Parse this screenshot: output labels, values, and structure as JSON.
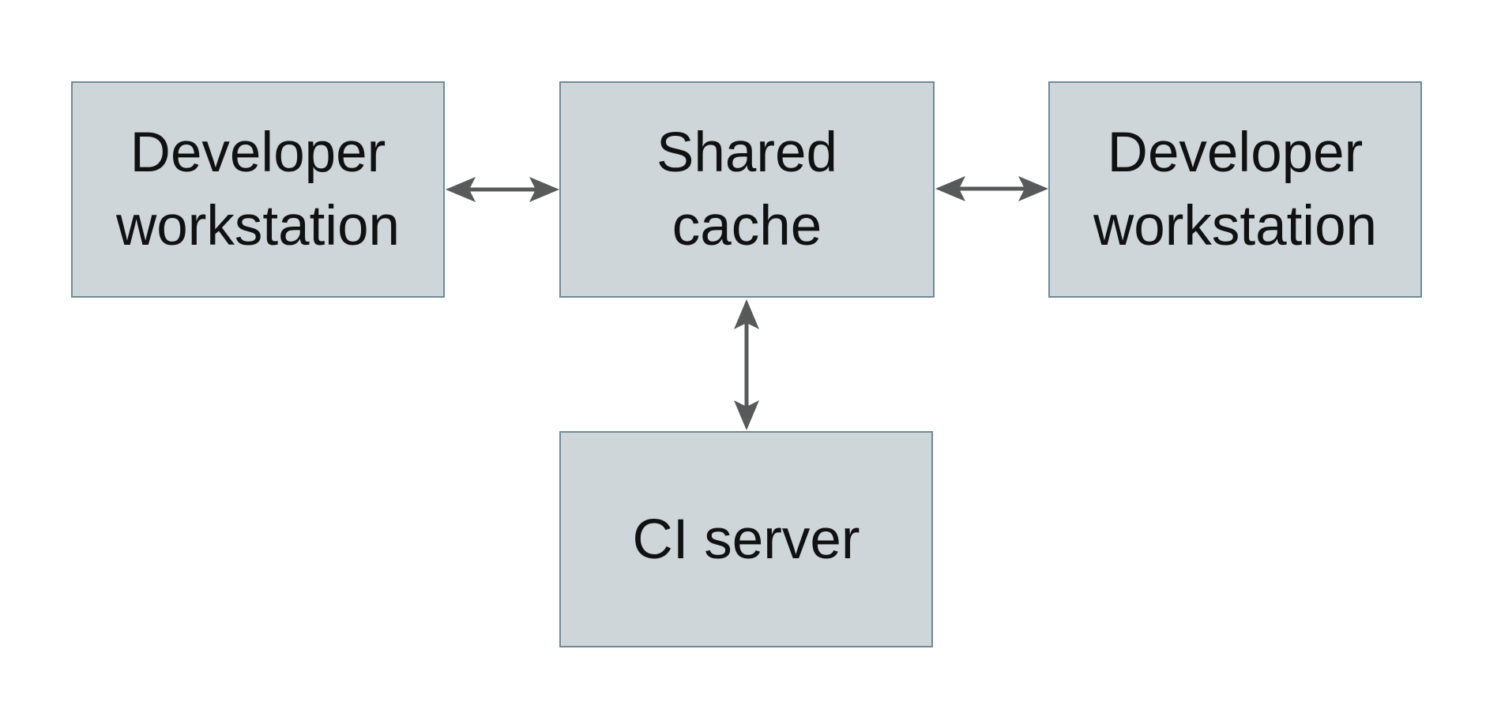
{
  "diagram": {
    "description": "Shared cache architecture diagram",
    "nodes": [
      {
        "id": "developer-workstation-left",
        "label": "Developer workstation",
        "line1": "Developer",
        "line2": "workstation"
      },
      {
        "id": "shared-cache",
        "label": "Shared cache",
        "line1": "Shared",
        "line2": "cache"
      },
      {
        "id": "developer-workstation-right",
        "label": "Developer workstation",
        "line1": "Developer",
        "line2": "workstation"
      },
      {
        "id": "ci-server",
        "label": "CI server",
        "line1": "CI server",
        "line2": ""
      }
    ],
    "edges": [
      {
        "from": "developer-workstation-left",
        "to": "shared-cache",
        "type": "bidirectional-arrow",
        "orientation": "horizontal"
      },
      {
        "from": "shared-cache",
        "to": "developer-workstation-right",
        "type": "bidirectional-arrow",
        "orientation": "horizontal"
      },
      {
        "from": "shared-cache",
        "to": "ci-server",
        "type": "bidirectional-arrow",
        "orientation": "vertical"
      }
    ],
    "colors": {
      "canvas_background": "#ffffff",
      "node_fill": "#ced6d9",
      "node_border": "#6d8a99",
      "arrow": "#58595b",
      "text": "#111111"
    }
  }
}
